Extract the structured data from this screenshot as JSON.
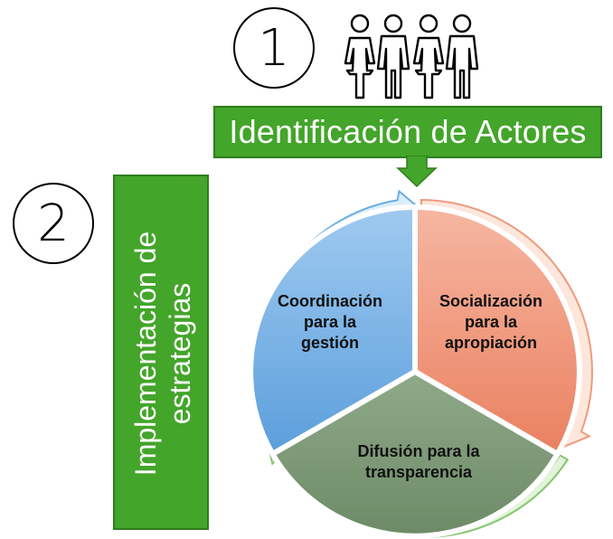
{
  "step_one": {
    "number": "1",
    "icon": "people-group-icon"
  },
  "step_two": {
    "number": "2"
  },
  "top_banner": {
    "label": "Identificación de Actores",
    "color": "#43a52a"
  },
  "left_banner": {
    "line1": "Implementación de",
    "line2": "estrategias",
    "color": "#43a52a"
  },
  "cycle": {
    "segments": [
      {
        "line1": "Coordinación",
        "line2": "para la",
        "line3": "gestión",
        "color": "#74b0e4"
      },
      {
        "line1": "Socialización",
        "line2": "para la",
        "line3": "apropiación",
        "color": "#ef9277"
      },
      {
        "line1": "Difusión para la",
        "line2": "transparencia",
        "color": "#7d9a78"
      }
    ],
    "arrow_colors": {
      "blue": "#dbeefb",
      "orange": "#fde7dc",
      "green": "#e3f3db"
    }
  }
}
